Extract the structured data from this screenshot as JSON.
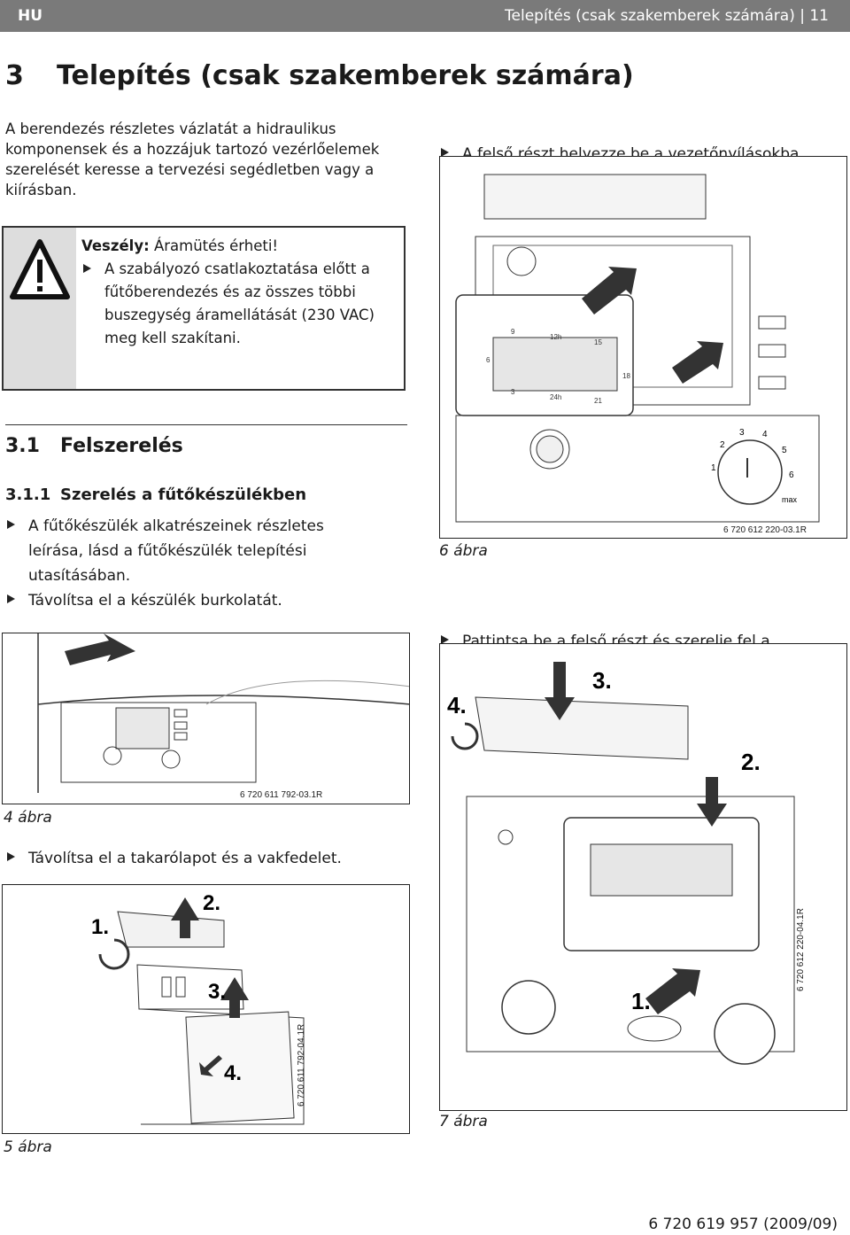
{
  "header": {
    "lang": "HU",
    "title": "Telepítés (csak szakemberek számára) | 11"
  },
  "chapter": {
    "number": "3",
    "title": "Telepítés (csak szakemberek számára)"
  },
  "intro": "A berendezés részletes vázlatát a hidraulikus komponensek és a hozzájuk tartozó vezérlőelemek szerelését keresse a tervezési segédletben vagy a kiírásban.",
  "warning": {
    "label": "Veszély:",
    "text": "Áramütés érheti!",
    "instruction": "A szabályozó csatlakoztatása előtt a fűtőberendezés és az összes többi buszegység áramellátását (230 VAC) meg kell szakítani."
  },
  "section": {
    "number": "3.1",
    "title": "Felszerelés"
  },
  "subsection": {
    "number": "3.1.1",
    "title": "Szerelés a fűtőkészülékben"
  },
  "steps_left": [
    "A fűtőkészülék alkatrészeinek részletes leírása, lásd a fűtőkészülék telepítési utasításában.",
    "Távolítsa el a készülék burkolatát."
  ],
  "figures": {
    "fig4": {
      "id": "6 720 611 792-03.1R",
      "caption": "4 ábra"
    },
    "fig5": {
      "id": "6 720 611 792-04.1R",
      "caption": "5 ábra",
      "labels": [
        "1.",
        "2.",
        "3.",
        "4."
      ]
    },
    "fig6": {
      "id": "6 720 612 220-03.1R",
      "caption": "6 ábra"
    },
    "fig7": {
      "id": "6 720 612 220-04.1R",
      "caption": "7 ábra",
      "labels": [
        "4.",
        "3.",
        "2.",
        "1."
      ]
    }
  },
  "step_after_fig4": "Távolítsa el a takarólapot és a vakfedelet.",
  "steps_right": {
    "before_fig6": "A felső részt helyezze be a vezetőnyílásokba.",
    "before_fig7": "Pattintsa be a felső részt és szerelje fel a takarólapot."
  },
  "dial": {
    "numbers": [
      "1",
      "2",
      "3",
      "4",
      "5",
      "6"
    ],
    "max": "max"
  },
  "clock": {
    "marks": [
      "9",
      "12h",
      "15",
      "6",
      "18",
      "3",
      "24h",
      "21"
    ]
  },
  "footer": "6 720 619 957 (2009/09)",
  "colors": {
    "header_bg": "#7a7a7a",
    "warning_icon_bg": "#dddddd"
  },
  "icons": [
    "warning-triangle-icon",
    "bullet-arrow-icon",
    "push-arrow-icon"
  ]
}
